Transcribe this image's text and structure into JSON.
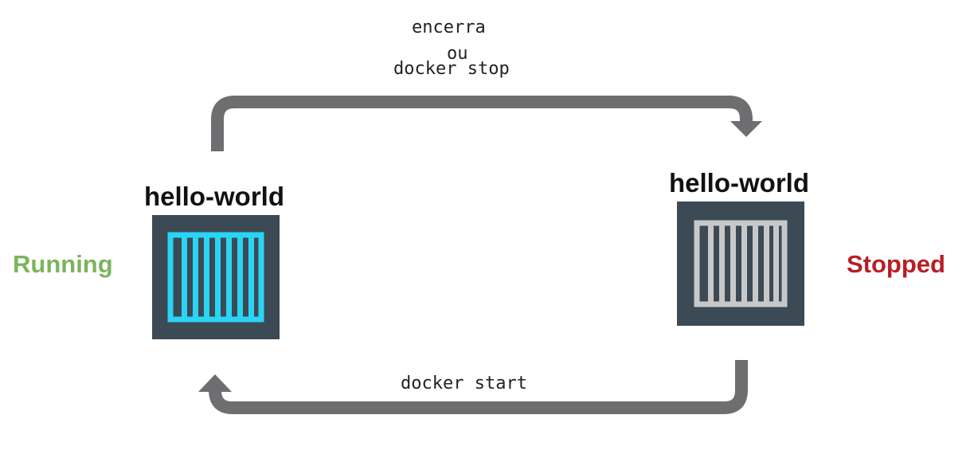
{
  "top_transition": {
    "line1": "encerra",
    "line2": "ou",
    "line3": "docker stop"
  },
  "bottom_transition": {
    "label": "docker start"
  },
  "running_container": {
    "name": "hello-world",
    "state": "Running",
    "state_color": "#7ab55c",
    "accent": "#2ad4f4"
  },
  "stopped_container": {
    "name": "hello-world",
    "state": "Stopped",
    "state_color": "#b81e24",
    "accent": "#c8c8c8"
  },
  "colors": {
    "arrow": "#6e6e70",
    "box_bg": "#3b4a54"
  }
}
